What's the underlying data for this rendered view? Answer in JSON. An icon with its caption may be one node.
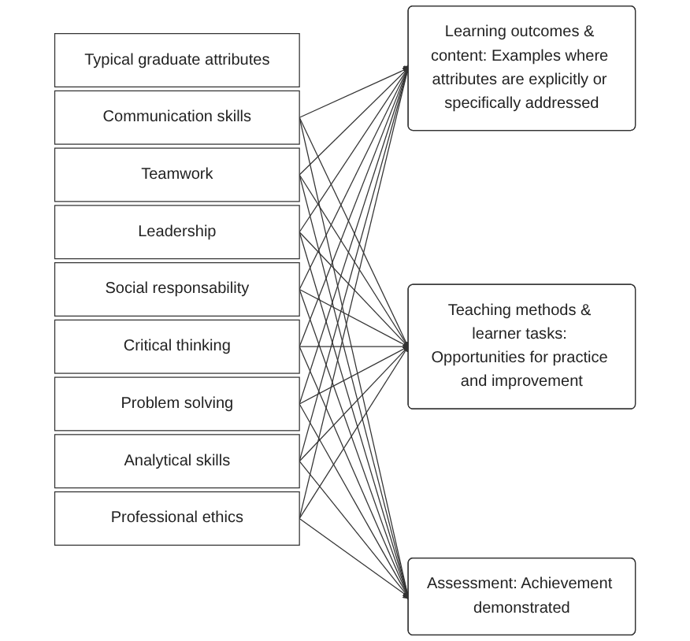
{
  "diagram": {
    "nodes": [
      {
        "text": [
          "Typical graduate attributes"
        ]
      },
      {
        "text": [
          "Communication skills"
        ]
      },
      {
        "text": [
          "Teamwork"
        ]
      },
      {
        "text": [
          "Leadership"
        ]
      },
      {
        "text": [
          "Social responsability"
        ]
      },
      {
        "text": [
          "Critical thinking"
        ]
      },
      {
        "text": [
          "Problem solving"
        ]
      },
      {
        "text": [
          "Analytical skills"
        ]
      },
      {
        "text": [
          "Professional ethics"
        ]
      },
      {
        "text": [
          "Learning outcomes & content: Examples where attributes are explicitly or specifically addressed"
        ]
      },
      {
        "text": [
          "Teaching methods & learner tasks: Opportunities for practice and improvement"
        ]
      },
      {
        "text": [
          "Assessment: Achievement demonstrated"
        ]
      }
    ],
    "edges": [
      {
        "from": 1,
        "to": 9,
        "arrow": "to"
      },
      {
        "from": 1,
        "to": 10,
        "arrow": "to"
      },
      {
        "from": 1,
        "to": 11,
        "arrow": "to"
      },
      {
        "from": 2,
        "to": 9,
        "arrow": "to"
      },
      {
        "from": 2,
        "to": 10,
        "arrow": "to"
      },
      {
        "from": 2,
        "to": 11,
        "arrow": "to"
      },
      {
        "from": 3,
        "to": 9,
        "arrow": "to"
      },
      {
        "from": 3,
        "to": 10,
        "arrow": "to"
      },
      {
        "from": 3,
        "to": 11,
        "arrow": "to"
      },
      {
        "from": 4,
        "to": 9,
        "arrow": "to"
      },
      {
        "from": 4,
        "to": 10,
        "arrow": "to"
      },
      {
        "from": 4,
        "to": 11,
        "arrow": "to"
      },
      {
        "from": 5,
        "to": 9,
        "arrow": "to"
      },
      {
        "from": 5,
        "to": 10,
        "arrow": "to"
      },
      {
        "from": 5,
        "to": 11,
        "arrow": "to"
      },
      {
        "from": 6,
        "to": 9,
        "arrow": "to"
      },
      {
        "from": 6,
        "to": 10,
        "arrow": "to"
      },
      {
        "from": 6,
        "to": 11,
        "arrow": "to"
      },
      {
        "from": 7,
        "to": 9,
        "arrow": "to"
      },
      {
        "from": 7,
        "to": 10,
        "arrow": "to"
      },
      {
        "from": 7,
        "to": 11,
        "arrow": "to"
      },
      {
        "from": 8,
        "to": 9,
        "arrow": "to"
      },
      {
        "from": 8,
        "to": 10,
        "arrow": "to"
      },
      {
        "from": 8,
        "to": 11,
        "arrow": "to"
      }
    ]
  }
}
